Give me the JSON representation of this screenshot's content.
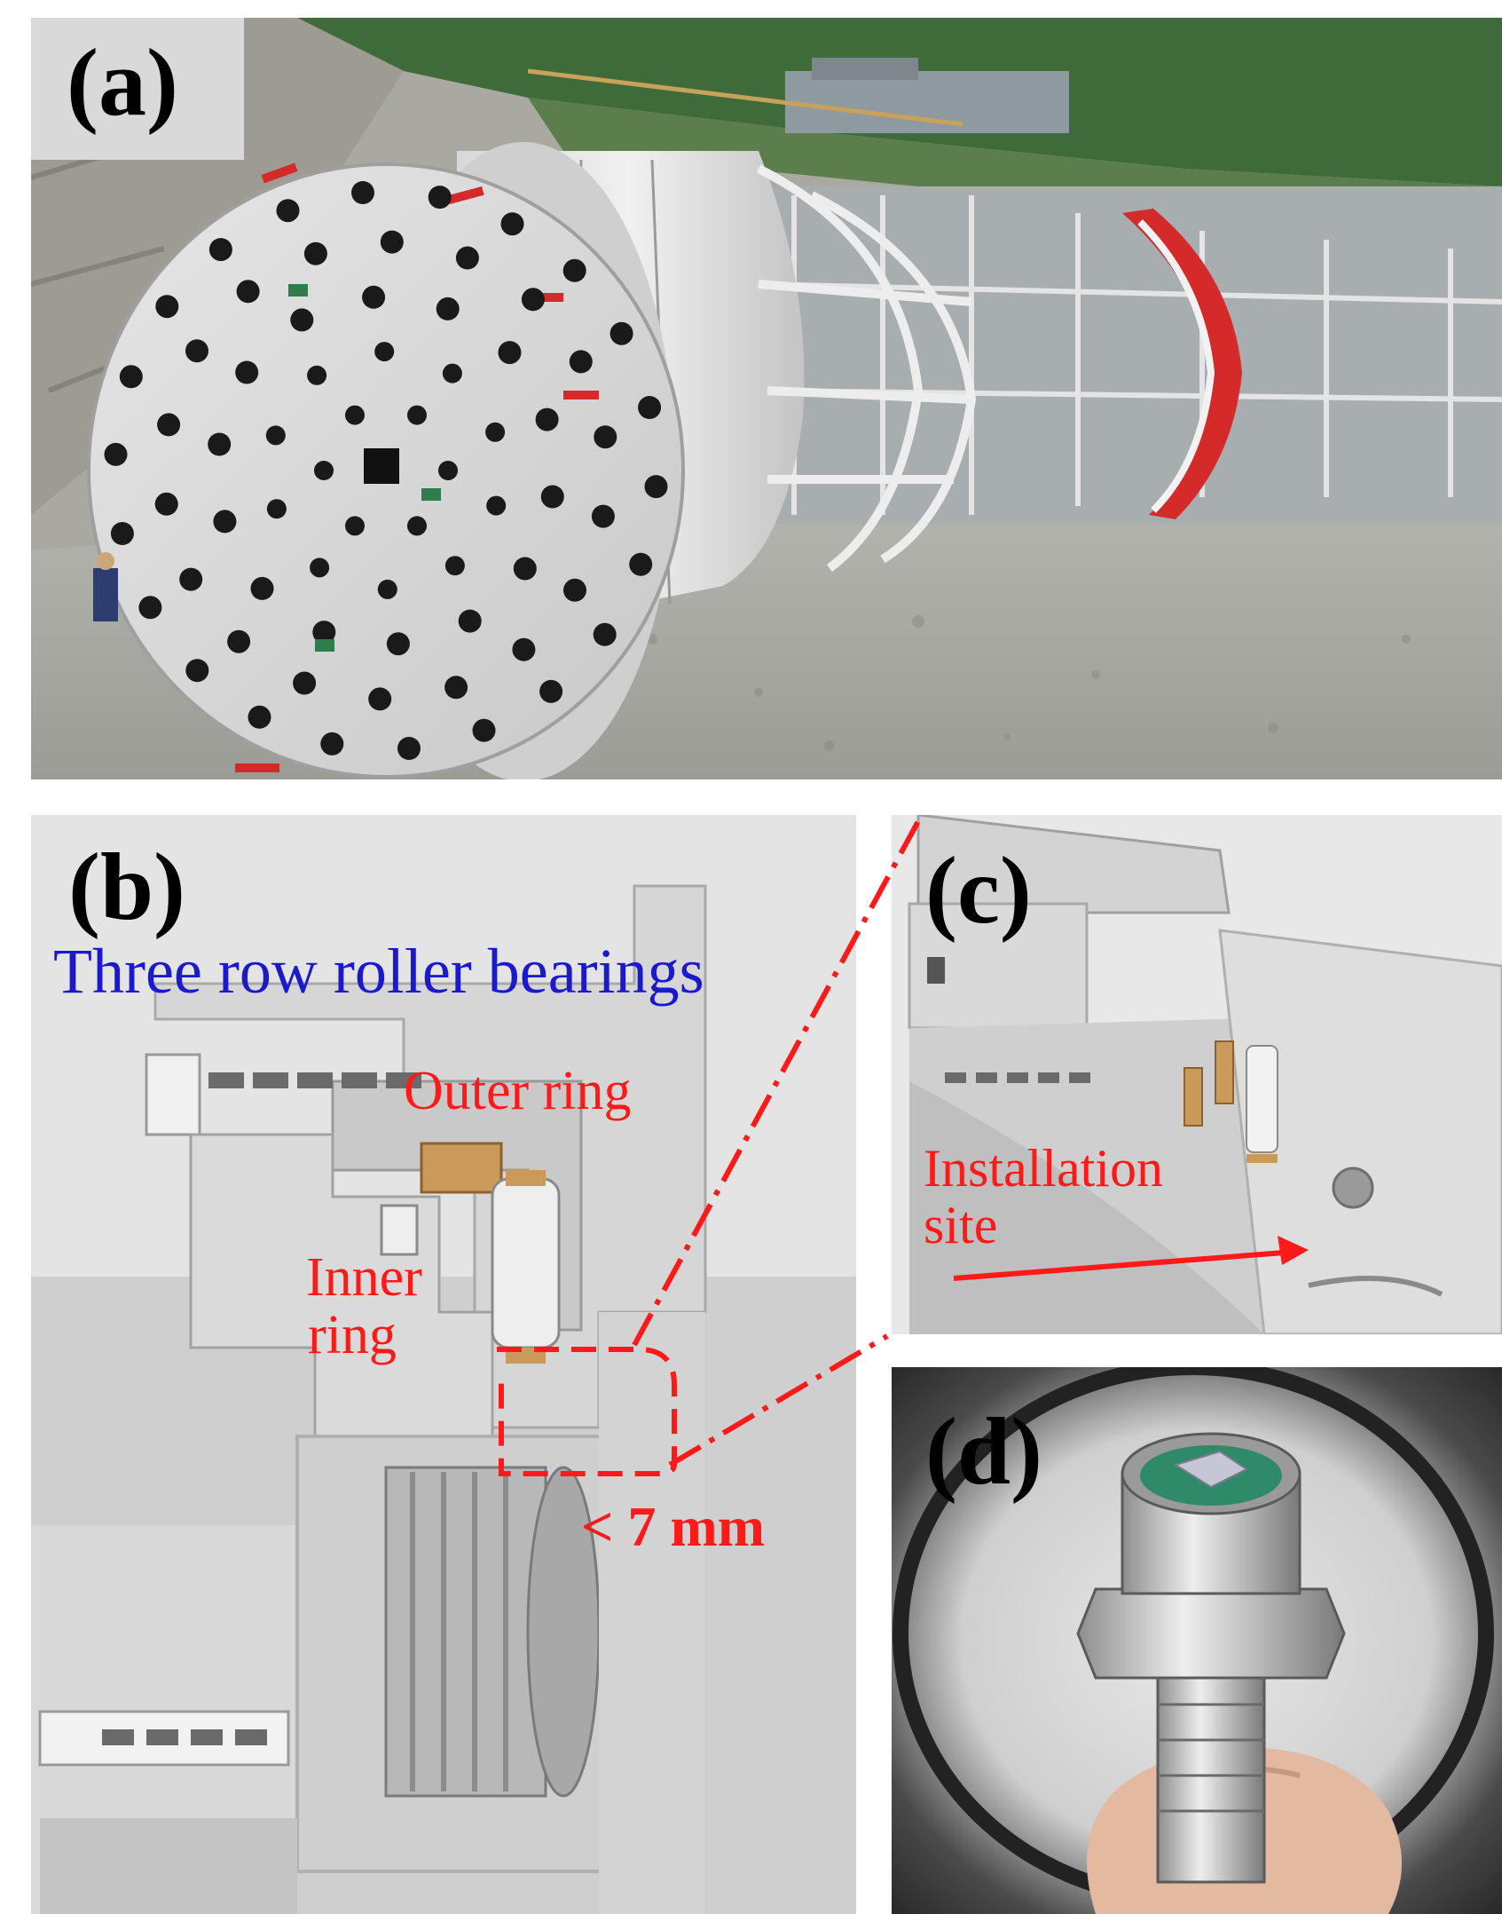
{
  "panels": {
    "a": {
      "label": "(a)"
    },
    "b": {
      "label": "(b)",
      "title": "Three row roller bearings",
      "outer_ring": "Outer ring",
      "inner_ring_line1": "Inner",
      "inner_ring_line2": "ring",
      "gap": "< 7 mm"
    },
    "c": {
      "label": "(c)",
      "site_line1": "Installation",
      "site_line2": "site"
    },
    "d": {
      "label": "(d)"
    }
  },
  "colors": {
    "annotation_red": "#ff1a1a",
    "title_blue": "#1a1acc",
    "tbm_red": "#d42a2a",
    "sky_green": "#3f6b3a"
  }
}
